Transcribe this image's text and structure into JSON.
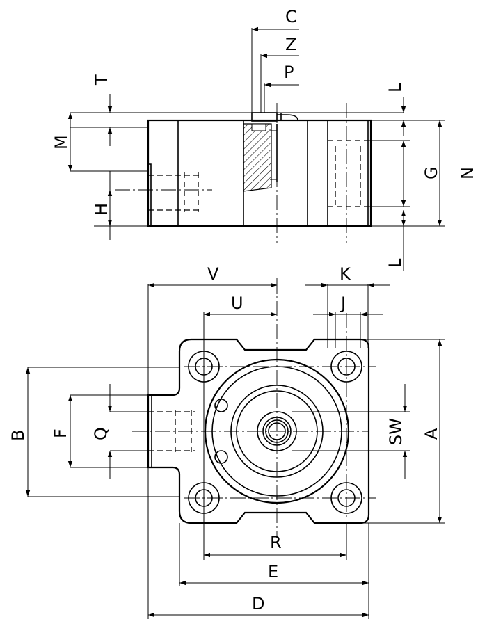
{
  "labels": {
    "C": "C",
    "Z": "Z",
    "P": "P",
    "T": "T",
    "L_top": "L",
    "M": "M",
    "H": "H",
    "G": "G",
    "N": "N",
    "L_bottom": "L",
    "V": "V",
    "U": "U",
    "K": "K",
    "J": "J",
    "B": "B",
    "F": "F",
    "Q": "Q",
    "SW": "SW",
    "A": "A",
    "R": "R",
    "E": "E",
    "D": "D"
  }
}
